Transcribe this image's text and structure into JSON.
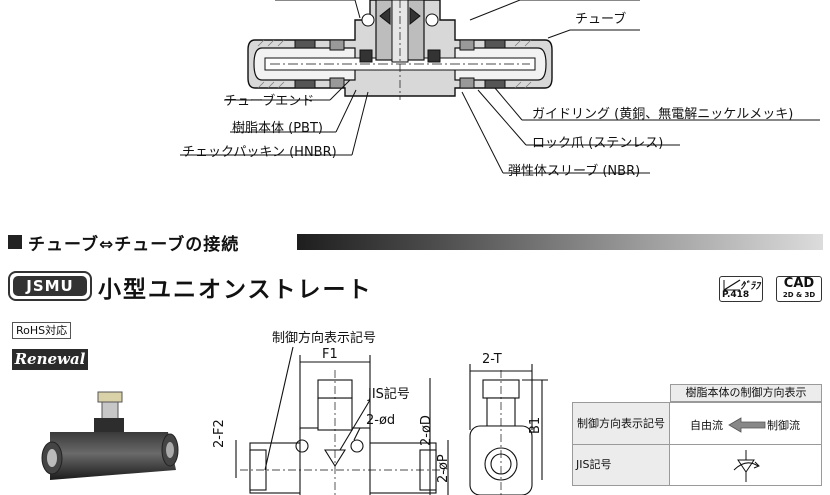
{
  "diagram_labels": {
    "tube": "チューブ",
    "tube_end": "チューブエンド",
    "resin_body": "樹脂本体 (PBT)",
    "check_packing": "チェックパッキン (HNBR)",
    "guide_ring": "ガイドリング (黄銅、無電解ニッケルメッキ)",
    "lock_claw": "ロック爪 (ステンレス)",
    "elastic_sleeve": "弾性体スリーブ (NBR)"
  },
  "section": {
    "title": "チューブ⇔チューブの接続"
  },
  "product": {
    "series_badge": "JSMU",
    "title": "小型ユニオンストレート",
    "rohs": "RoHS対応",
    "renewal": "Renewal"
  },
  "icons": {
    "graph_label": "ｸﾞﾗﾌ",
    "graph_page": "P.418",
    "cad_label": "CAD",
    "cad_sub": "2D & 3D"
  },
  "drawing_labels": {
    "direction_symbol": "制御方向表示記号",
    "f1": "F1",
    "jis_symbol": "JIS記号",
    "two_d": "2-ød",
    "two_f2": "2-F2",
    "two_od": "2-øD",
    "two_op": "2-øP",
    "two_t": "2-T",
    "b1": "B1"
  },
  "table": {
    "header": "樹脂本体の制御方向表示",
    "row1_label": "制御方向表示記号",
    "row1_free": "自由流",
    "row1_control": "制御流",
    "row2_label": "JIS記号"
  }
}
